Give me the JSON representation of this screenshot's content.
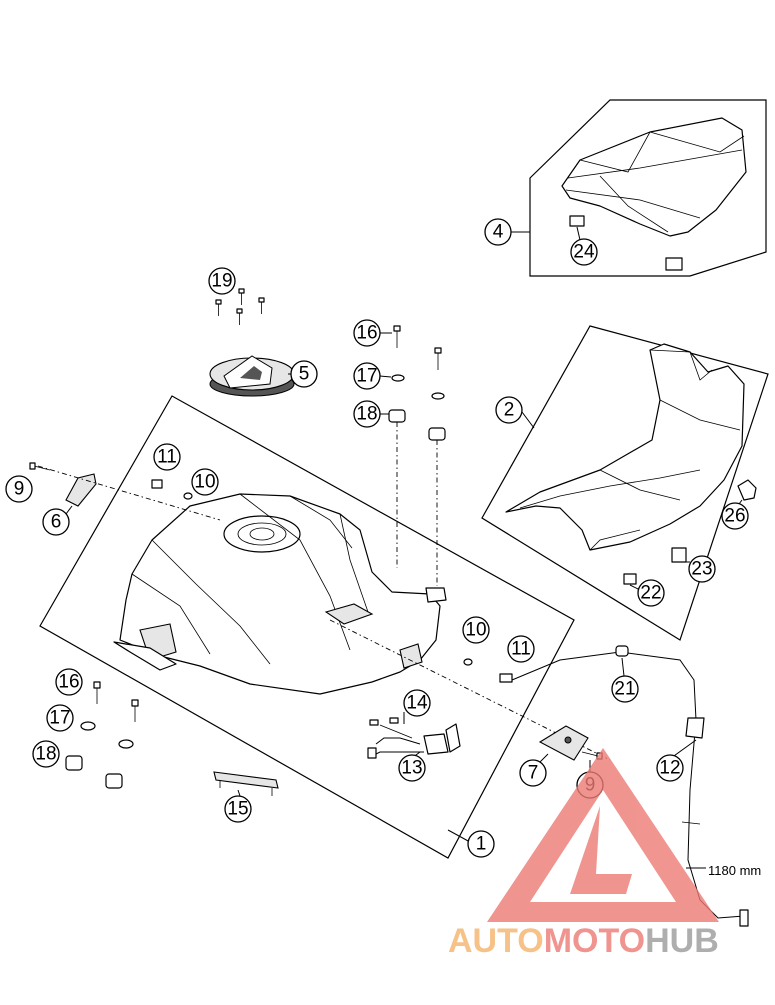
{
  "callouts": [
    {
      "id": "c1",
      "label": "1"
    },
    {
      "id": "c2",
      "label": "2"
    },
    {
      "id": "c4",
      "label": "4"
    },
    {
      "id": "c5",
      "label": "5"
    },
    {
      "id": "c6",
      "label": "6"
    },
    {
      "id": "c7",
      "label": "7"
    },
    {
      "id": "c9a",
      "label": "9"
    },
    {
      "id": "c9b",
      "label": "9"
    },
    {
      "id": "c10a",
      "label": "10"
    },
    {
      "id": "c10b",
      "label": "10"
    },
    {
      "id": "c11a",
      "label": "11"
    },
    {
      "id": "c11b",
      "label": "11"
    },
    {
      "id": "c12",
      "label": "12"
    },
    {
      "id": "c13",
      "label": "13"
    },
    {
      "id": "c14",
      "label": "14"
    },
    {
      "id": "c15",
      "label": "15"
    },
    {
      "id": "c16a",
      "label": "16"
    },
    {
      "id": "c16b",
      "label": "16"
    },
    {
      "id": "c17a",
      "label": "17"
    },
    {
      "id": "c17b",
      "label": "17"
    },
    {
      "id": "c18a",
      "label": "18"
    },
    {
      "id": "c18b",
      "label": "18"
    },
    {
      "id": "c19",
      "label": "19"
    },
    {
      "id": "c21",
      "label": "21"
    },
    {
      "id": "c22",
      "label": "22"
    },
    {
      "id": "c23",
      "label": "23"
    },
    {
      "id": "c24",
      "label": "24"
    },
    {
      "id": "c26",
      "label": "26"
    }
  ],
  "measurement": "1180 mm",
  "watermark": {
    "part1": "AUTO",
    "part2": "MOTO",
    "part3": "HUB",
    "color_orange": "#f4b36a",
    "color_red": "#ec7a74",
    "color_gray": "#9a9a9a"
  }
}
